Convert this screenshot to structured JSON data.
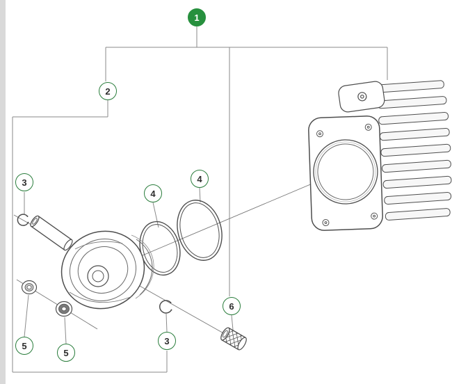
{
  "diagram": {
    "type": "exploded-parts-diagram",
    "assembly": "cylinder-piston-assembly",
    "colors": {
      "accent_green": "#2a7d3c",
      "filled_callout_green": "#27903e",
      "leader_line": "#8a8a8a",
      "drawing_line": "#4d4d4d",
      "edge_bar": "#d9d9d9",
      "background": "#ffffff"
    },
    "callouts": [
      {
        "label": "1"
      },
      {
        "label": "2"
      },
      {
        "label": "3"
      },
      {
        "label": "4"
      },
      {
        "label": "4"
      },
      {
        "label": "3"
      },
      {
        "label": "5"
      },
      {
        "label": "5"
      },
      {
        "label": "6"
      }
    ]
  }
}
